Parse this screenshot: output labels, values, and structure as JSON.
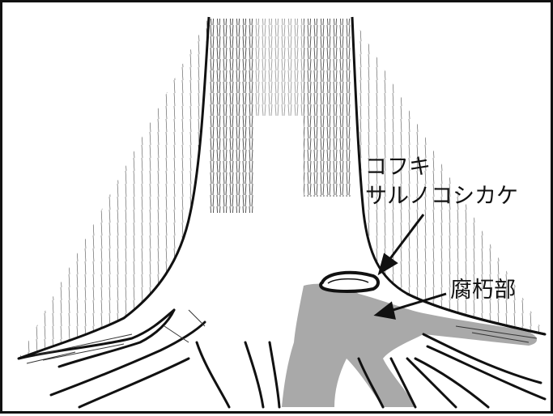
{
  "labels": {
    "fungus_line1": "コフキ",
    "fungus_line2": "サルノコシカケ",
    "decay": "腐朽部"
  },
  "colors": {
    "ink": "#111111",
    "decay_area": "#a9a9a9",
    "background": "#ffffff"
  }
}
